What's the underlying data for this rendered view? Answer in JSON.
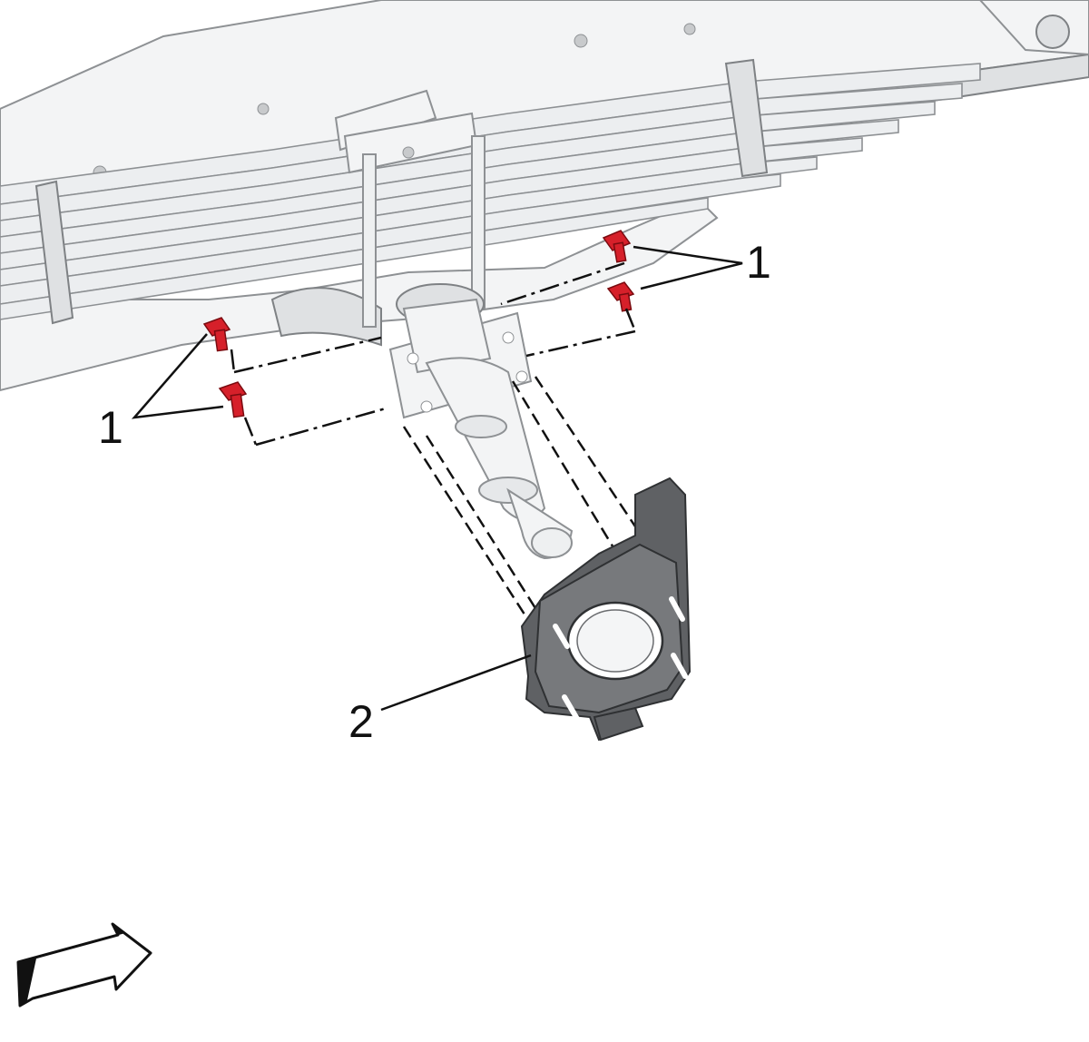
{
  "callouts": {
    "bolts_upper_right": "1",
    "bolts_lower_left": "1",
    "bracket": "2"
  },
  "icons": {
    "direction": "forward-arrow-icon"
  },
  "colors": {
    "fastener_highlight": "#d6202a",
    "bracket": "#5f6164",
    "line_art": "#111111"
  }
}
